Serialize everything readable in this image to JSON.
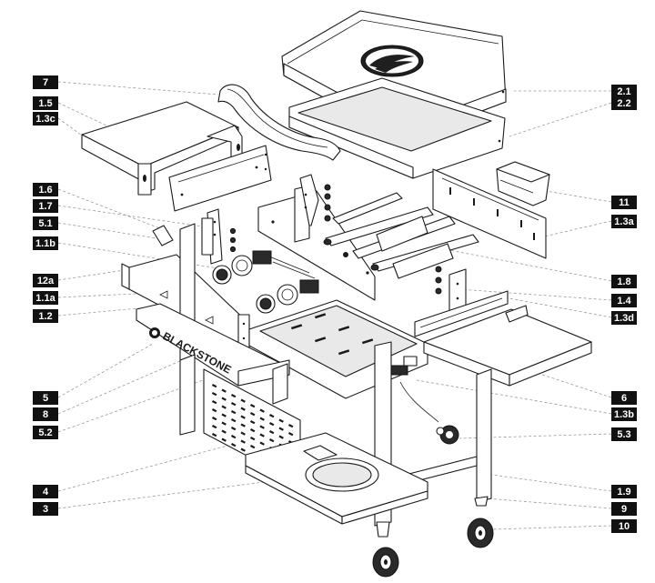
{
  "labels_left": [
    "7",
    "1.5",
    "1.3c",
    "1.6",
    "1.7",
    "5.1",
    "1.1b",
    "12a",
    "1.1a",
    "1.2",
    "5",
    "8",
    "5.2",
    "4",
    "3"
  ],
  "labels_right": [
    "2.1",
    "2.2",
    "11",
    "1.3a",
    "1.8",
    "1.4",
    "1.3d",
    "6",
    "1.3b",
    "5.3",
    "1.9",
    "9",
    "10"
  ],
  "brand_text": "BLACKSTONE",
  "icons": [
    "flame-logo-icon",
    "control-knob-icon",
    "regulator-icon",
    "wheel-icon"
  ]
}
